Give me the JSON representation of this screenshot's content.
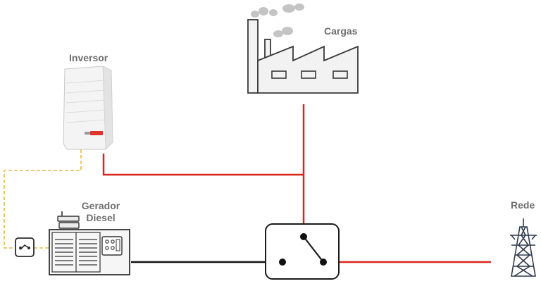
{
  "labels": {
    "inverter": "Inversor",
    "loads": "Cargas",
    "generator_line1": "Gerador",
    "generator_line2": "Diesel",
    "grid": "Rede"
  },
  "colors": {
    "ac_line": "#d9261c",
    "generator_line": "#111111",
    "comm_line": "#e8b84a",
    "label_text": "#6f6f6f",
    "device_outline": "#3a3a3a",
    "tower": "#2f3a4d",
    "smoke": "#c4c4c4"
  },
  "icons": {
    "inverter": "inverter-icon",
    "factory": "factory-icon",
    "generator": "diesel-generator-icon",
    "transfer_switch": "transfer-switch-icon",
    "comm_module": "comm-module-icon",
    "tower": "transmission-tower-icon"
  }
}
